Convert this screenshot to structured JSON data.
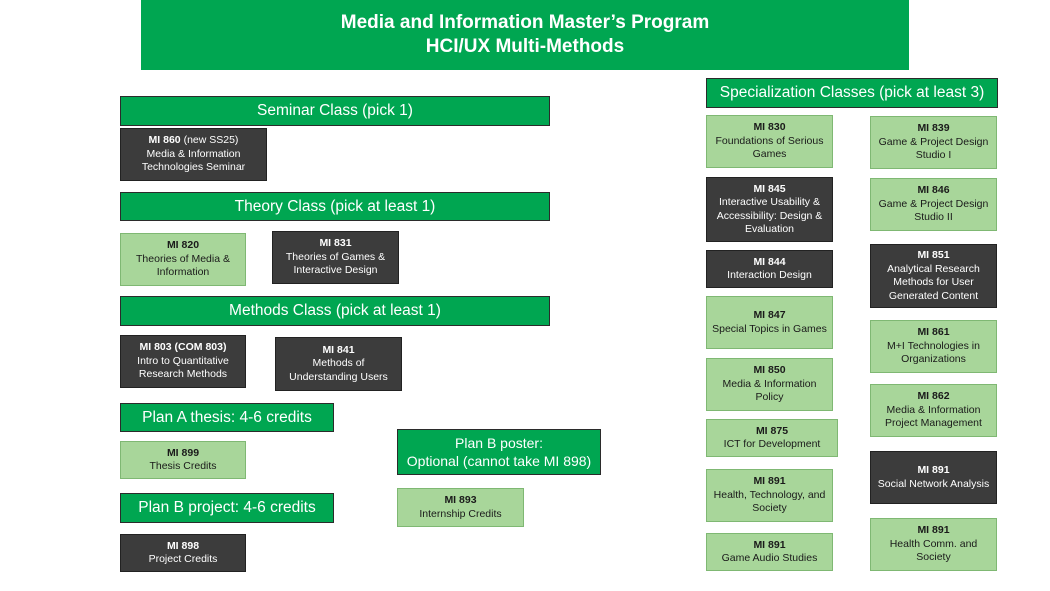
{
  "title": {
    "line1": "Media and Information Master’s Program",
    "line2": "HCI/UX Multi-Methods"
  },
  "colors": {
    "green": "#00a651",
    "light_green": "#a8d69a",
    "dark": "#3c3c3c"
  },
  "seminar": {
    "header": "Seminar Class (pick 1)",
    "courses": [
      {
        "code": "MI 860",
        "note": " (new SS25)",
        "name": "Media & Information Technologies Seminar",
        "style": "dark"
      }
    ]
  },
  "theory": {
    "header": "Theory Class (pick at least 1)",
    "courses": [
      {
        "code": "MI 820",
        "name": "Theories of Media & Information",
        "style": "light"
      },
      {
        "code": "MI 831",
        "name": "Theories of Games & Interactive Design",
        "style": "dark"
      }
    ]
  },
  "methods": {
    "header": "Methods Class (pick at least 1)",
    "courses": [
      {
        "code": "MI 803 (COM 803)",
        "name": "Intro to Quantitative Research Methods",
        "style": "dark"
      },
      {
        "code": "MI 841",
        "name": "Methods of Understanding Users",
        "style": "dark"
      }
    ]
  },
  "plan_a": {
    "header": "Plan A thesis: 4-6 credits",
    "courses": [
      {
        "code": "MI 899",
        "name": "Thesis Credits",
        "style": "light"
      }
    ]
  },
  "plan_b_project": {
    "header": "Plan B project: 4-6 credits",
    "courses": [
      {
        "code": "MI 898",
        "name": "Project Credits",
        "style": "dark"
      }
    ]
  },
  "plan_b_poster": {
    "header_line1": "Plan B poster:",
    "header_line2": "Optional (cannot take MI 898)",
    "courses": [
      {
        "code": "MI 893",
        "name": "Internship Credits",
        "style": "light"
      }
    ]
  },
  "specialization": {
    "header": "Specialization Classes (pick at least 3)",
    "left": [
      {
        "code": "MI 830",
        "name": "Foundations of Serious Games",
        "style": "light"
      },
      {
        "code": "MI 845",
        "name": "Interactive Usability & Accessibility: Design & Evaluation",
        "style": "dark"
      },
      {
        "code": "MI 844",
        "name": "Interaction Design",
        "style": "dark"
      },
      {
        "code": "MI 847",
        "name": "Special Topics in Games",
        "style": "light"
      },
      {
        "code": "MI 850",
        "name": "Media & Information Policy",
        "style": "light"
      },
      {
        "code": "MI 875",
        "name": "ICT for Development",
        "style": "light"
      },
      {
        "code": "MI 891",
        "name": "Health, Technology, and Society",
        "style": "light"
      },
      {
        "code": "MI 891",
        "name": "Game Audio Studies",
        "style": "light"
      }
    ],
    "right": [
      {
        "code": "MI 839",
        "name": "Game & Project Design Studio I",
        "style": "light"
      },
      {
        "code": "MI 846",
        "name": "Game & Project Design Studio II",
        "style": "light"
      },
      {
        "code": "MI 851",
        "name": "Analytical Research Methods for User Generated Content",
        "style": "dark"
      },
      {
        "code": "MI 861",
        "name": "M+I Technologies in Organizations",
        "style": "light"
      },
      {
        "code": "MI 862",
        "name": "Media & Information Project Management",
        "style": "light"
      },
      {
        "code": "MI 891",
        "name": "Social Network Analysis",
        "style": "dark"
      },
      {
        "code": "MI 891",
        "name": "Health Comm. and Society",
        "style": "light"
      }
    ]
  }
}
